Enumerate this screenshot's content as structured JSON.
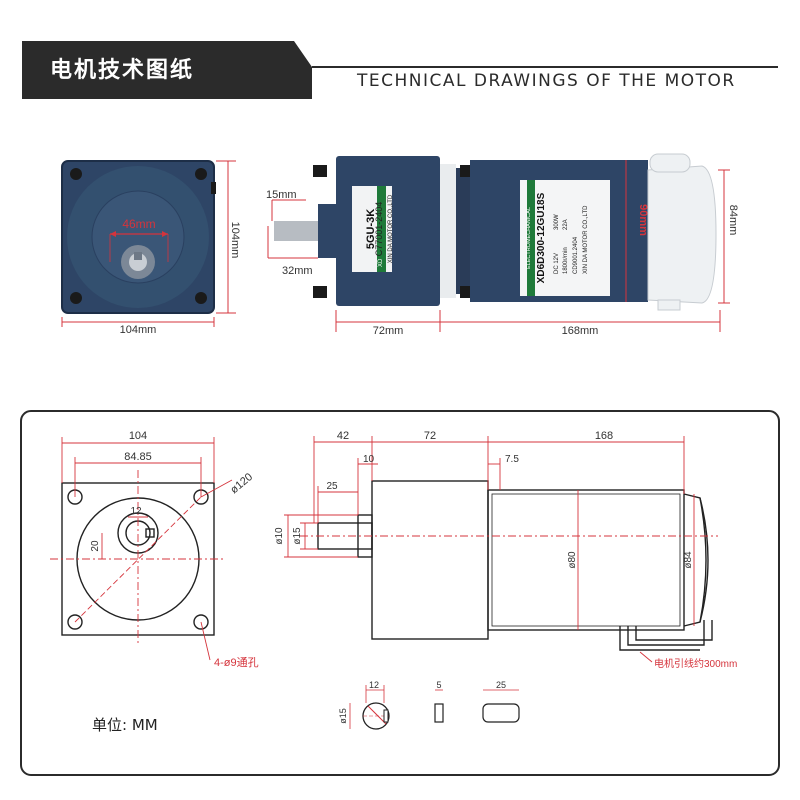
{
  "header": {
    "title_cn": "电机技术图纸",
    "title_en": "TECHNICAL DRAWINGS OF THE MOTOR"
  },
  "photo": {
    "front": {
      "inner_dim": "46mm",
      "height_dim": "104mm",
      "width_dim": "104mm"
    },
    "side": {
      "shaft_len_dim": "15mm",
      "shaft_base_dim": "32mm",
      "gearbox_len_dim": "72mm",
      "motor_len_dim": "168mm",
      "motor_dia_dim": "90mm",
      "endcap_dia_dim": "84mm"
    },
    "gearbox_label": {
      "model": "5GU-3K",
      "code": "C77001-2404",
      "maker": "XIN DA MOTOR CO.,LTD",
      "brand": "XD"
    },
    "motor_label": {
      "model": "XD6D300-12GU18S",
      "brand_strip": "ELECTROMECHANICAL",
      "spec_dc": "DC 12V",
      "spec_power": "300W",
      "spec_speed": "1800r/min",
      "spec_current": "22A",
      "code": "CD9001.2404",
      "maker": "XIN DA MOTOR CO.,LTD"
    }
  },
  "drawing": {
    "front": {
      "dim_width": "104",
      "dim_hole_span": "84.85",
      "dim_key": "12",
      "dim_offset": "20",
      "dim_circle": "ø120",
      "hole_note": "4-ø9通孔"
    },
    "side": {
      "dim_gearbox": "42",
      "dim_mid": "72",
      "dim_total": "168",
      "dim_flange": "10",
      "dim_step": "7.5",
      "dim_shaft": "25",
      "dim_shaft_dia": "ø15",
      "dim_boss_dia": "ø10",
      "dim_body_dia": "ø80",
      "dim_end_dia": "ø84",
      "lead_note": "电机引线约300mm"
    },
    "details": {
      "shaft_w": "12",
      "shaft_dia": "ø15",
      "key_w": "5",
      "key_len": "25"
    },
    "unit_label": "单位: MM"
  }
}
